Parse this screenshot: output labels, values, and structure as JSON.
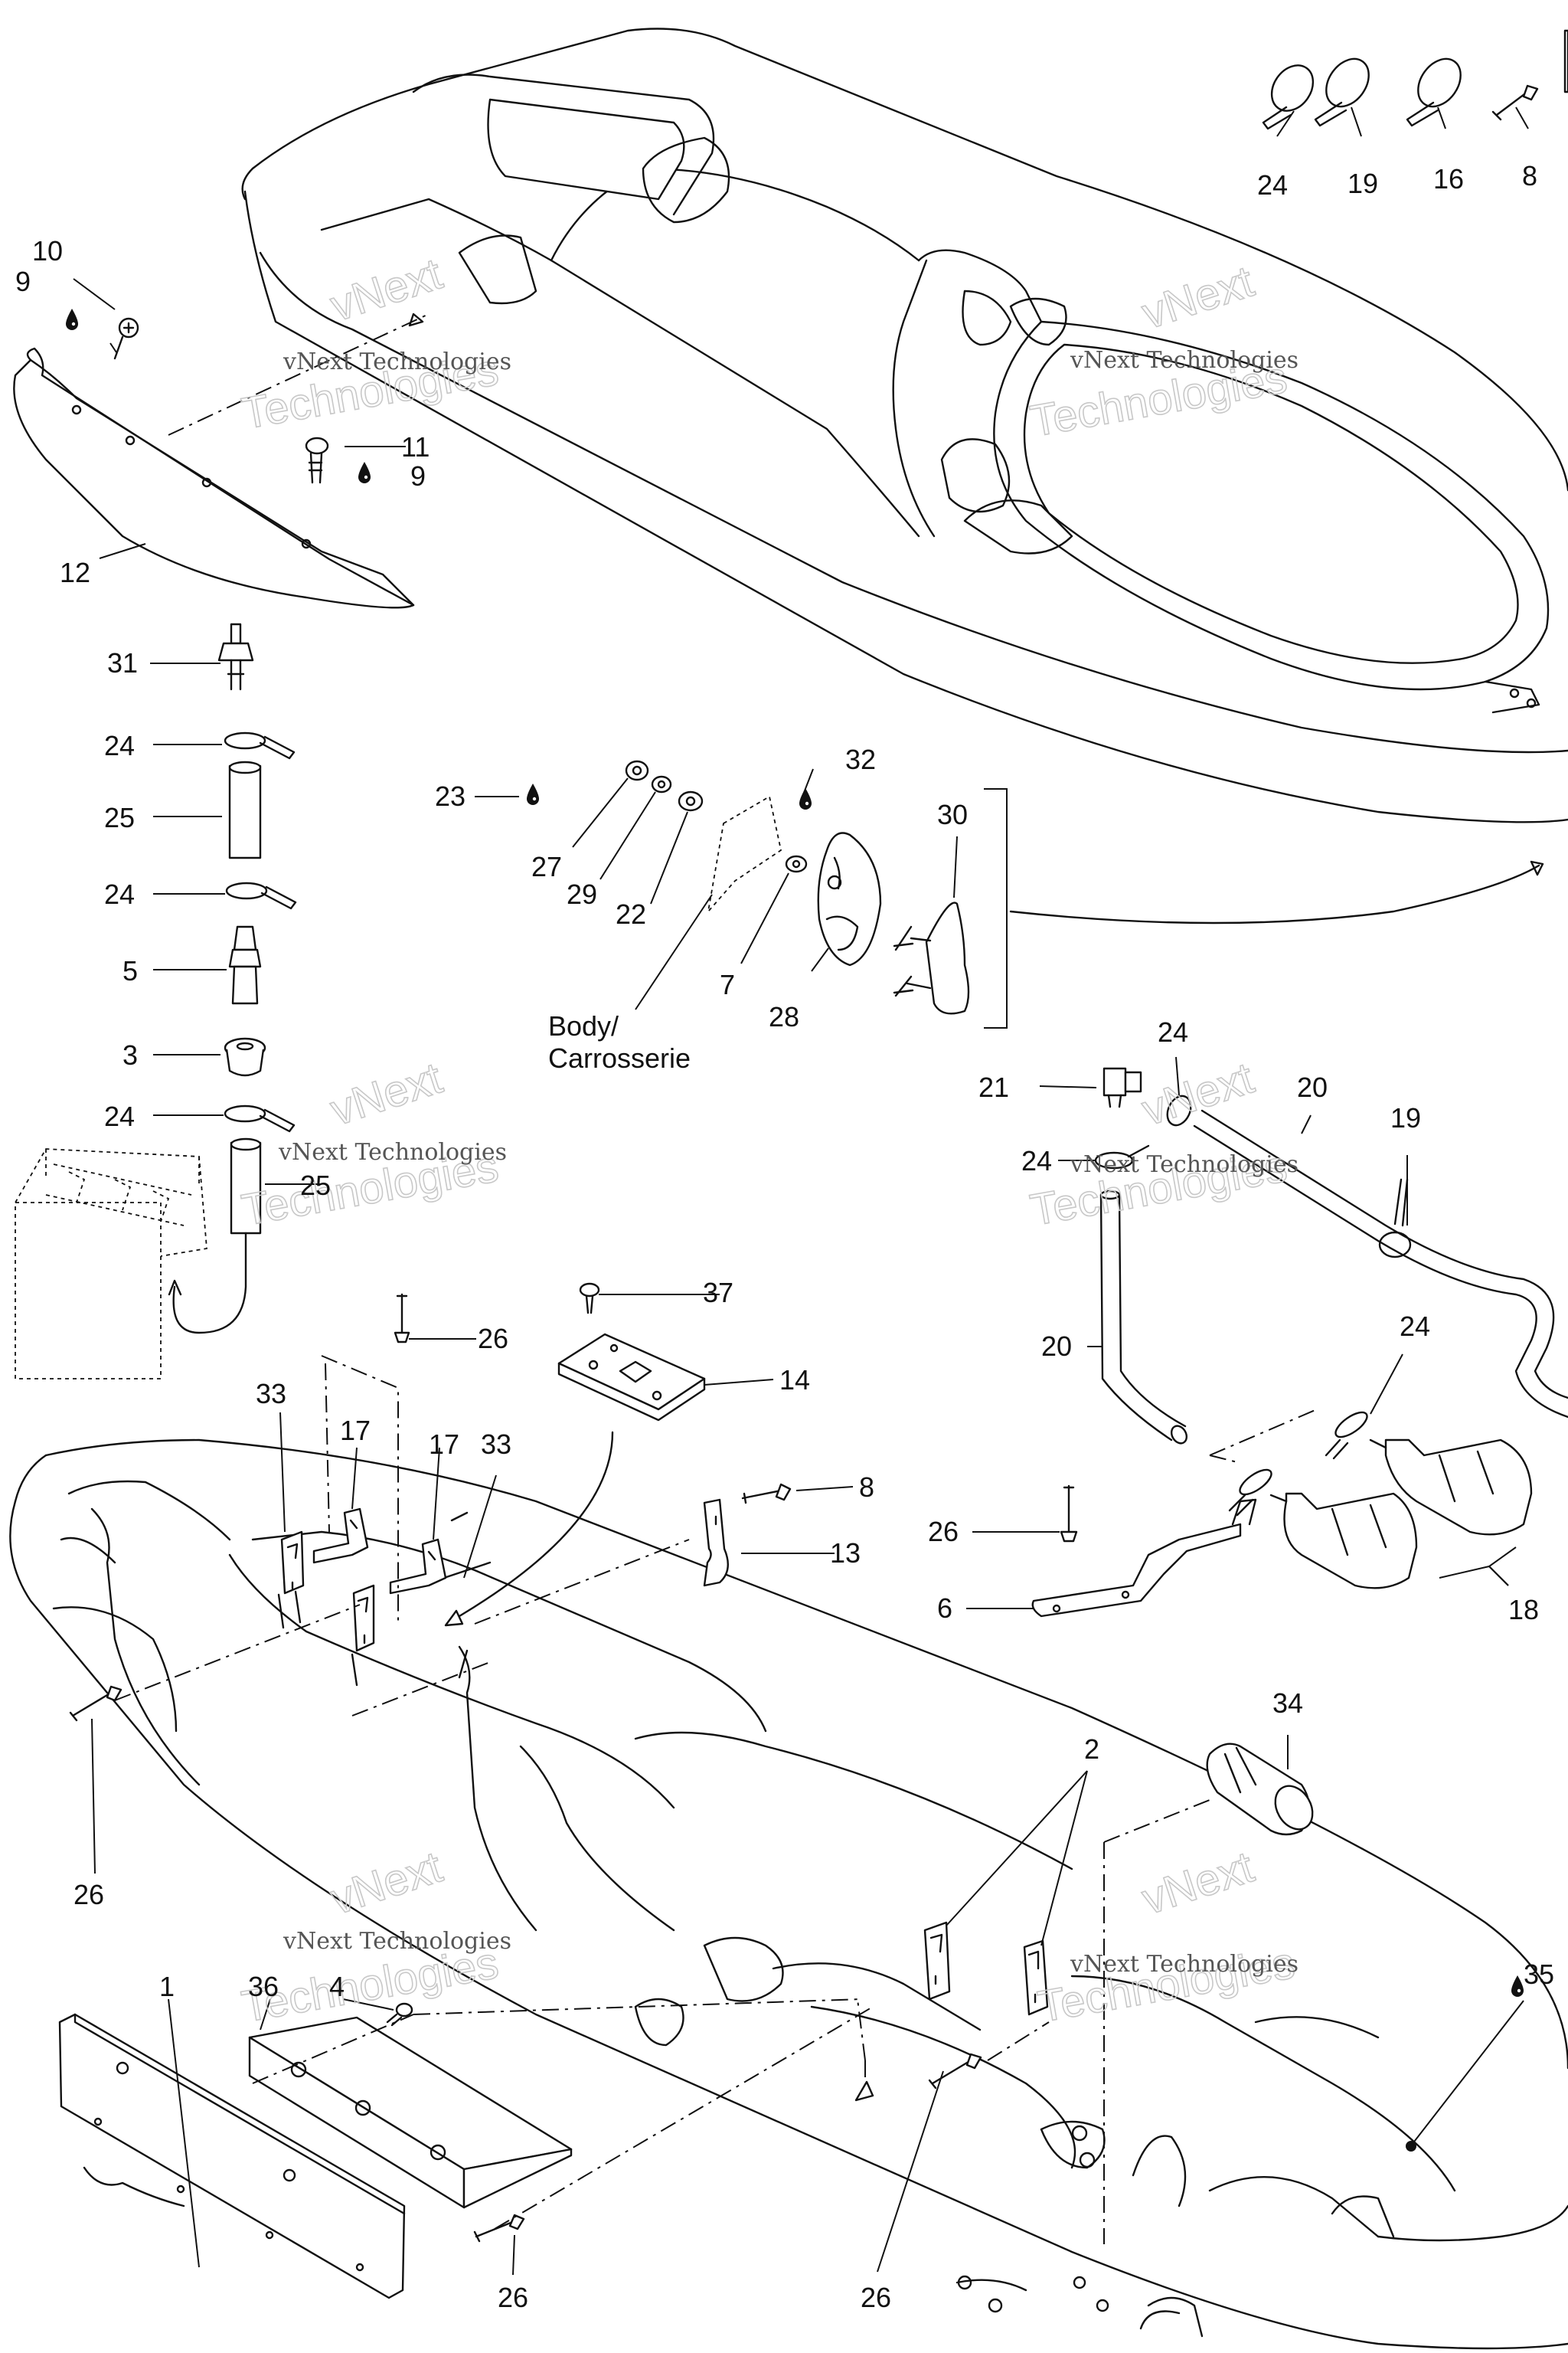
{
  "watermark": {
    "company": "vNext Technologies",
    "big_top": "vNext",
    "big_bottom": "Technologies"
  },
  "body_label": {
    "line1": "Body/",
    "line2": "Carrosserie"
  },
  "callouts": {
    "p1": "1",
    "p2": "2",
    "p3": "3",
    "p4": "4",
    "p5": "5",
    "p6": "6",
    "p7": "7",
    "p8": "8",
    "p9": "9",
    "p10": "10",
    "p11": "11",
    "p12": "12",
    "p13": "13",
    "p14": "14",
    "p16": "16",
    "p17": "17",
    "p18": "18",
    "p19": "19",
    "p20": "20",
    "p21": "21",
    "p22": "22",
    "p23": "23",
    "p24": "24",
    "p25": "25",
    "p26": "26",
    "p27": "27",
    "p28": "28",
    "p29": "29",
    "p30": "30",
    "p31": "31",
    "p32": "32",
    "p33": "33",
    "p34": "34",
    "p35": "35",
    "p36": "36",
    "p37": "37"
  },
  "icons": {
    "sealant": "liquid-drop-icon"
  }
}
